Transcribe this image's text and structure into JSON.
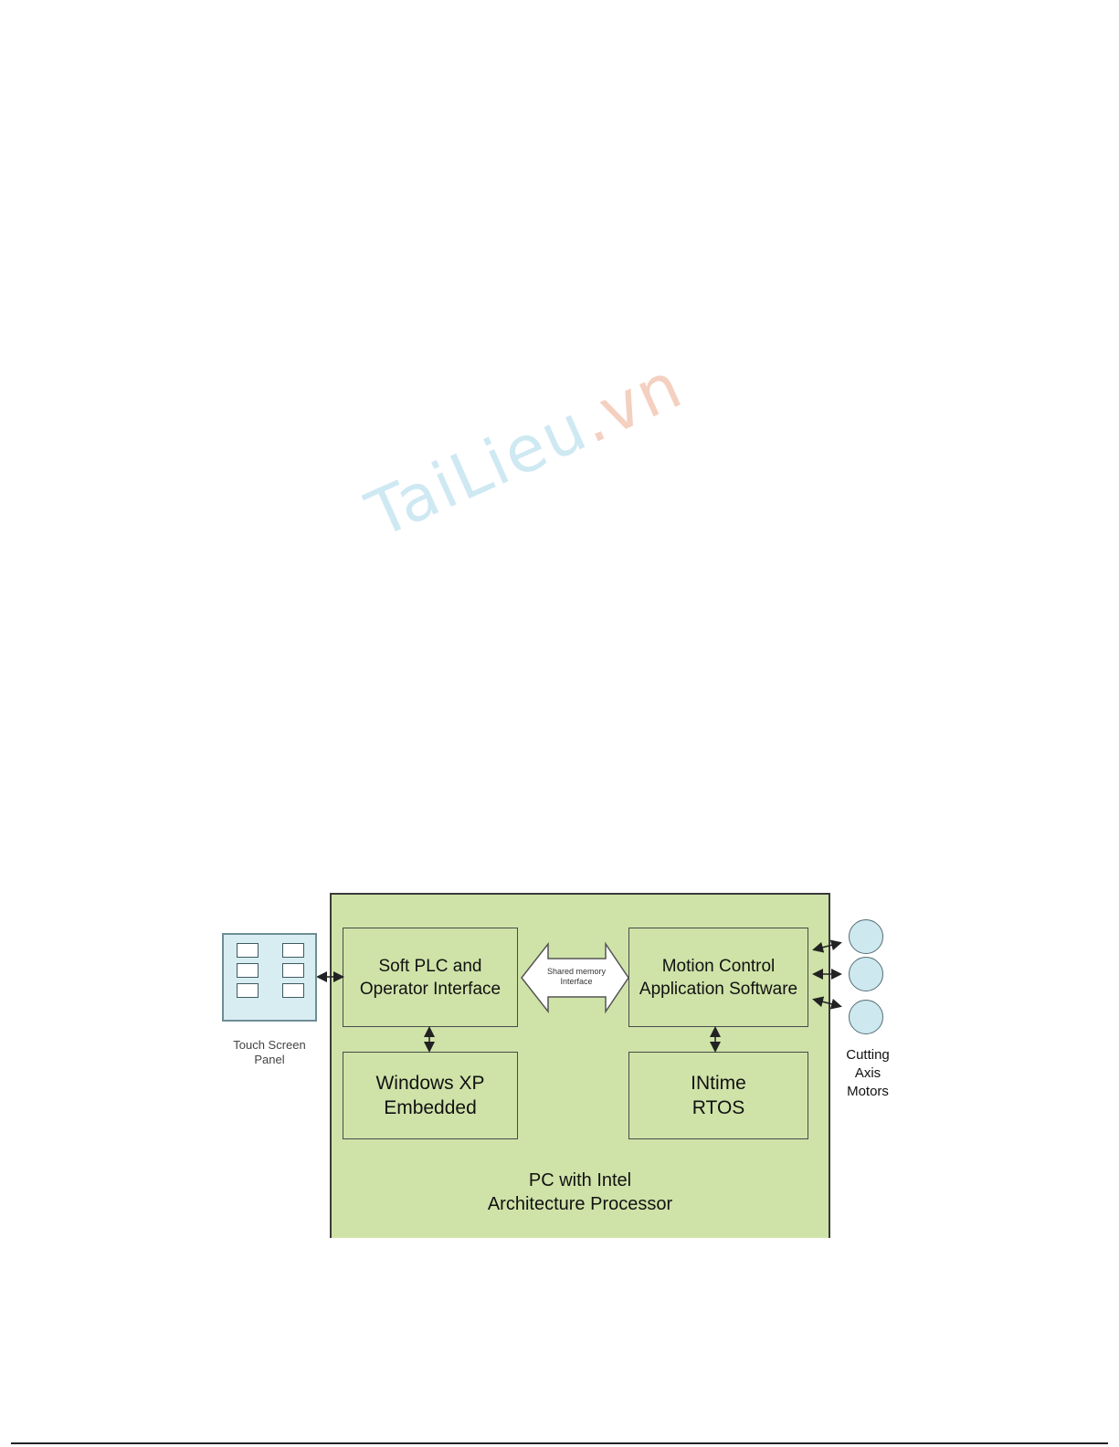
{
  "watermark": {
    "text": "TaiLieu",
    "suffix": ".vn"
  },
  "diagram": {
    "container_label": "PC with Intel\nArchitecture Processor",
    "modules": {
      "soft_plc": "Soft PLC and\nOperator Interface",
      "motion_control": "Motion Control\nApplication Software",
      "windows_xp": "Windows XP\nEmbedded",
      "intime": "INtime\nRTOS"
    },
    "shared_memory_label": "Shared memory\nInterface",
    "touch_panel_label": "Touch Screen\nPanel",
    "motors_label": "Cutting\nAxis\nMotors",
    "colors": {
      "pc_fill": "#cfe3a8",
      "panel_fill": "#d7edf1",
      "motor_fill": "#cde8ef",
      "watermark": "#cfe9f3"
    }
  }
}
